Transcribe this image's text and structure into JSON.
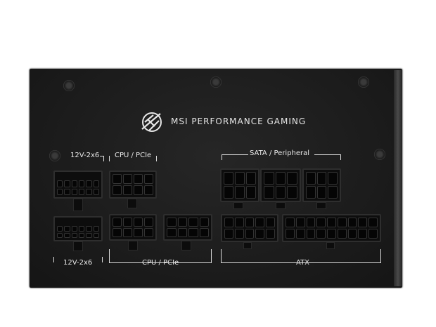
{
  "brand": {
    "logo": "MSI dragon",
    "text": "MSI PERFORMANCE GAMING"
  },
  "labels": {
    "top_12v": "12V-2x6",
    "top_cpu": "CPU / PCIe",
    "sata": "SATA / Peripheral",
    "bottom_12v": "12V-2x6",
    "bottom_cpu": "CPU / PCIe",
    "atx": "ATX"
  },
  "colors": {
    "panel": "#1c1c1c",
    "label": "#e8e8e8"
  }
}
